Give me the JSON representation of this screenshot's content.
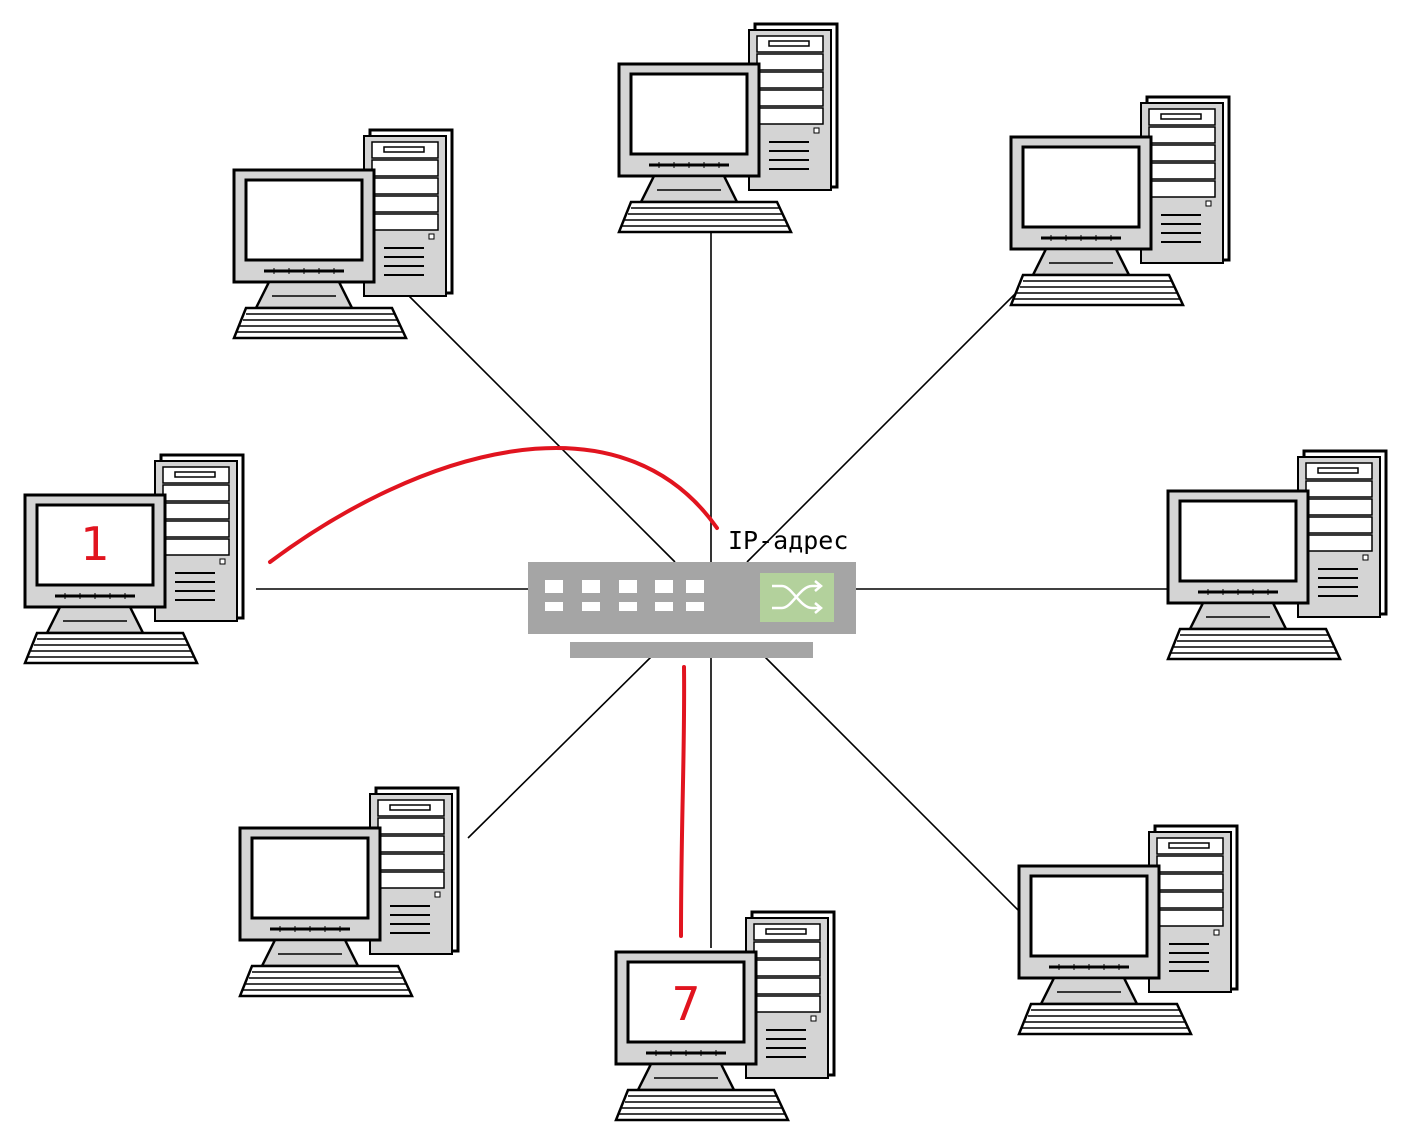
{
  "diagram": {
    "switch": {
      "label": "IP-адрес",
      "icon": "switch-arrows-icon",
      "accent_color": "#b3d19c",
      "body_color": "#a5a5a5"
    },
    "highlight_color": "#e1141f",
    "computers": [
      {
        "id": "pc-top-left",
        "screen_label": ""
      },
      {
        "id": "pc-top",
        "screen_label": ""
      },
      {
        "id": "pc-top-right",
        "screen_label": ""
      },
      {
        "id": "pc-left",
        "screen_label": "1"
      },
      {
        "id": "pc-right",
        "screen_label": ""
      },
      {
        "id": "pc-bottom-left",
        "screen_label": ""
      },
      {
        "id": "pc-bottom",
        "screen_label": "7"
      },
      {
        "id": "pc-bottom-right",
        "screen_label": ""
      }
    ]
  }
}
